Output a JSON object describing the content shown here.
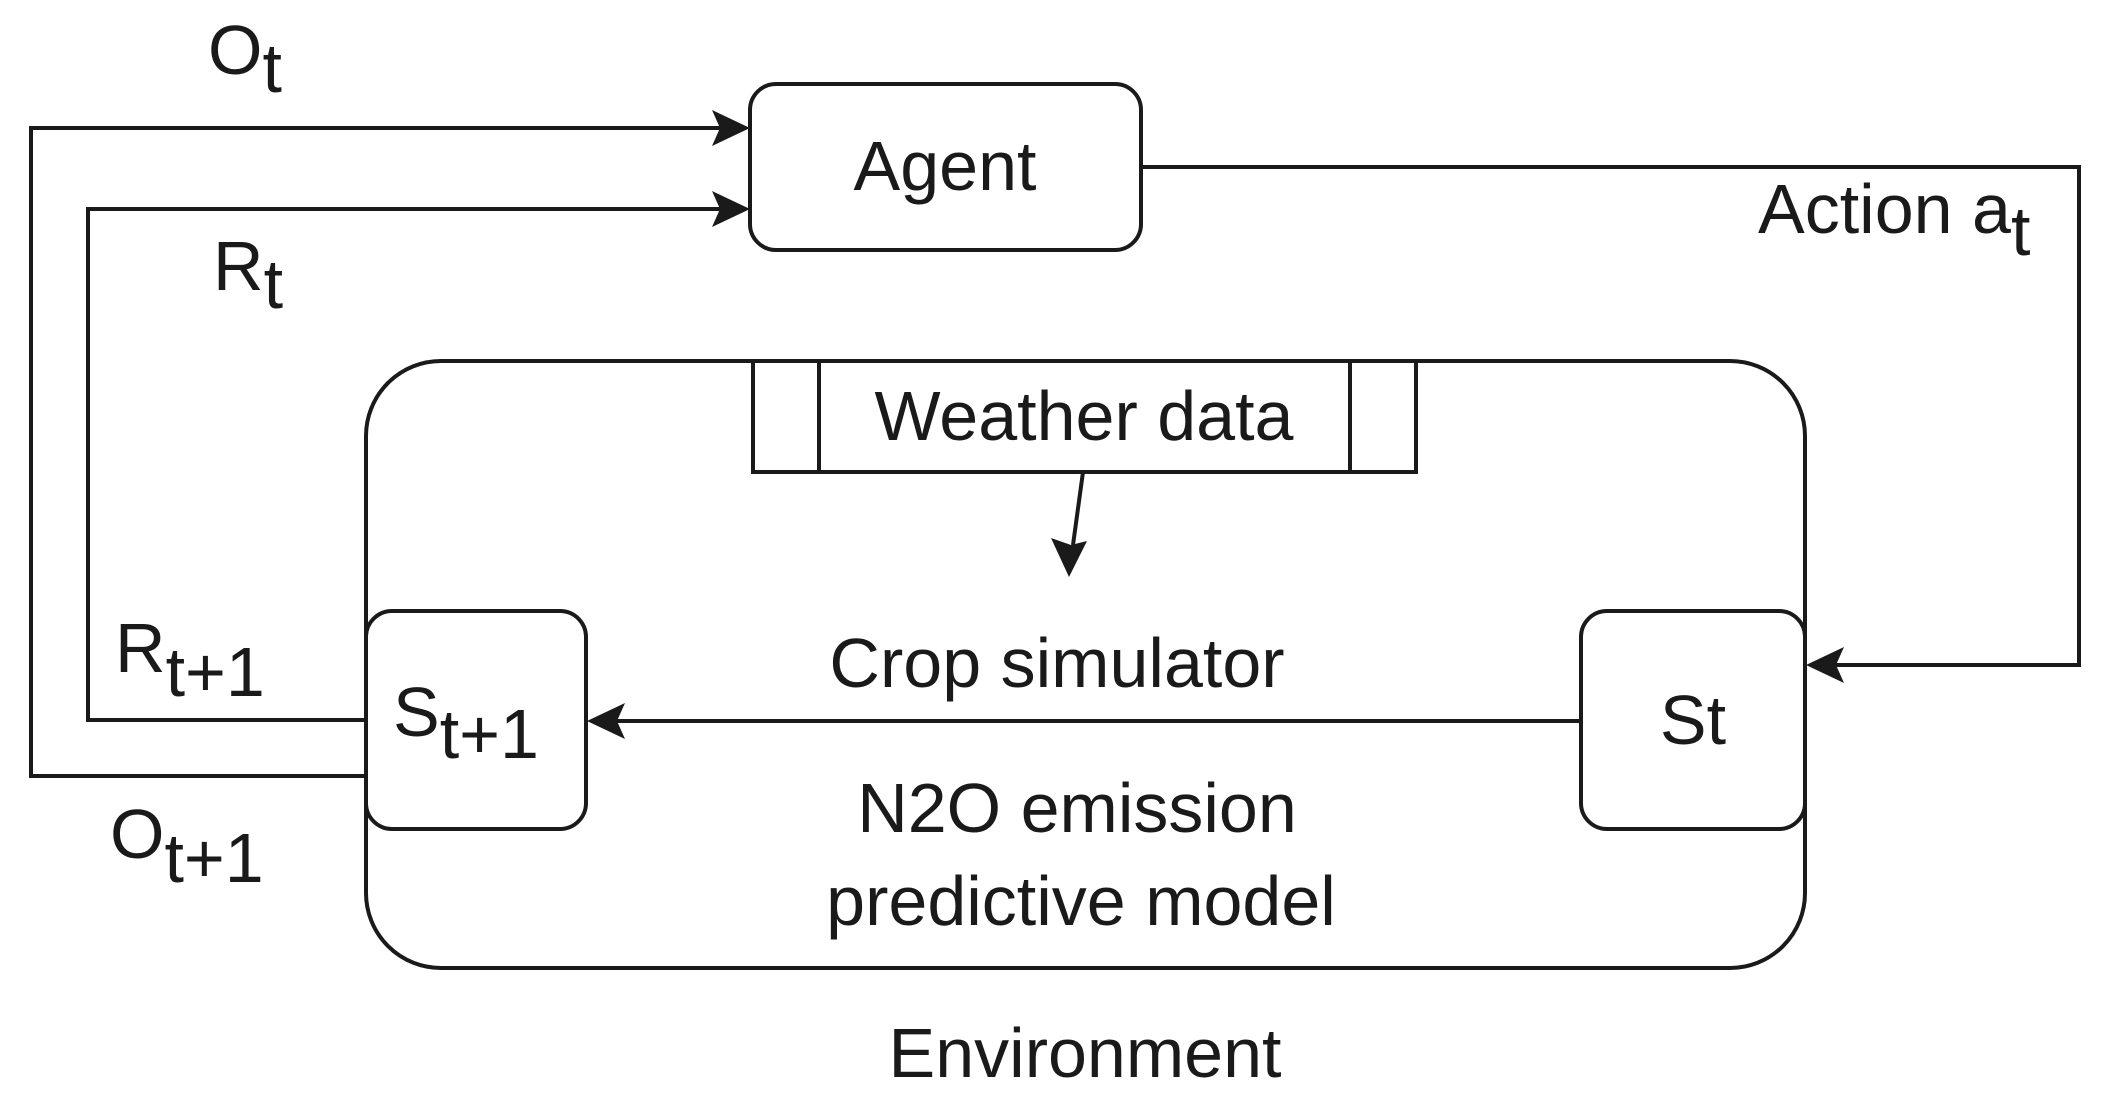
{
  "nodes": {
    "agent": "Agent",
    "weather": "Weather data",
    "crop_simulator": "Crop simulator",
    "n2o_line1": "N2O emission",
    "n2o_line2": "predictive model",
    "st": "St",
    "st1_base": "S",
    "st1_sub": "t+1",
    "environment": "Environment"
  },
  "edges": {
    "ot_base": "O",
    "ot_sub": "t",
    "rt_base": "R",
    "rt_sub": "t",
    "action_base": "Action a",
    "action_sub": "t",
    "rt1_base": "R",
    "rt1_sub": "t+1",
    "ot1_base": "O",
    "ot1_sub": "t+1"
  }
}
